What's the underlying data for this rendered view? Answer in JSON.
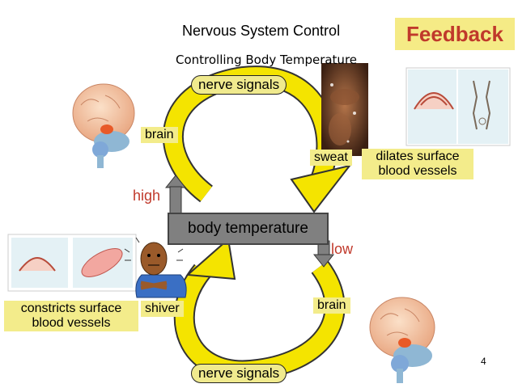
{
  "title": "Nervous System Control",
  "feedback_label": "Feedback",
  "subtitle": "Controlling Body Temperature",
  "nerve_signals_top": "nerve signals",
  "nerve_signals_bottom": "nerve signals",
  "brain_top": "brain",
  "brain_bottom": "brain",
  "sweat": "sweat",
  "dilates": "dilates surface blood vessels",
  "high": "high",
  "low": "low",
  "body_temperature": "body temperature",
  "constricts": "constricts surface blood vessels",
  "shiver": "shiver",
  "page_number": "4",
  "colors": {
    "arrow_yellow": "#f4e400",
    "label_yellow": "#f3ec8b",
    "red_text": "#c0392b",
    "gray_box": "#808080"
  }
}
